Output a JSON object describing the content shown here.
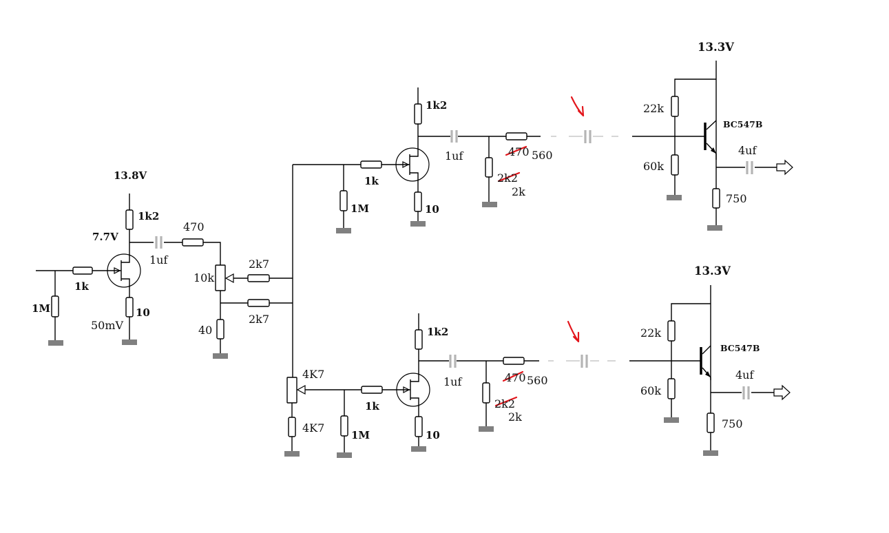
{
  "stage1": {
    "supply": "13.8V",
    "drain_voltage": "7.7V",
    "drain_resistor": "1k2",
    "gate_resistor": "1k",
    "gate_pulldown": "1M",
    "source_resistor": "10",
    "source_voltage": "50mV",
    "coupling_cap": "1uf",
    "series_resistor": "470",
    "pot": "10k",
    "bottom_resistor": "40",
    "branch_resistor_top": "2k7",
    "branch_resistor_bottom": "2k7"
  },
  "branch_upper": {
    "drain_resistor": "1k2",
    "gate_resistor": "1k",
    "gate_pulldown": "1M",
    "source_resistor": "10",
    "coupling_cap": "1uf",
    "series_resistor_old": "470",
    "series_resistor_new": "560",
    "shunt_resistor_old": "2k2",
    "shunt_resistor_new": "2k"
  },
  "branch_lower": {
    "pot_top": "4K7",
    "pot_bottom": "4K7",
    "drain_resistor": "1k2",
    "gate_resistor": "1k",
    "gate_pulldown": "1M",
    "source_resistor": "10",
    "coupling_cap": "1uf",
    "series_resistor_old": "470",
    "series_resistor_new": "560",
    "shunt_resistor_old": "2k2",
    "shunt_resistor_new": "2k"
  },
  "buffer_upper": {
    "supply": "13.3V",
    "bias_top": "22k",
    "bias_bottom": "60k",
    "transistor": "BC547B",
    "output_cap": "4uf",
    "emitter_resistor": "750"
  },
  "buffer_lower": {
    "supply": "13.3V",
    "bias_top": "22k",
    "bias_bottom": "60k",
    "transistor": "BC547B",
    "output_cap": "4uf",
    "emitter_resistor": "750"
  },
  "colors": {
    "wire": "#000000",
    "ground": "#808080",
    "capacitor": "#b5b5b5",
    "correction": "#e3161c"
  }
}
